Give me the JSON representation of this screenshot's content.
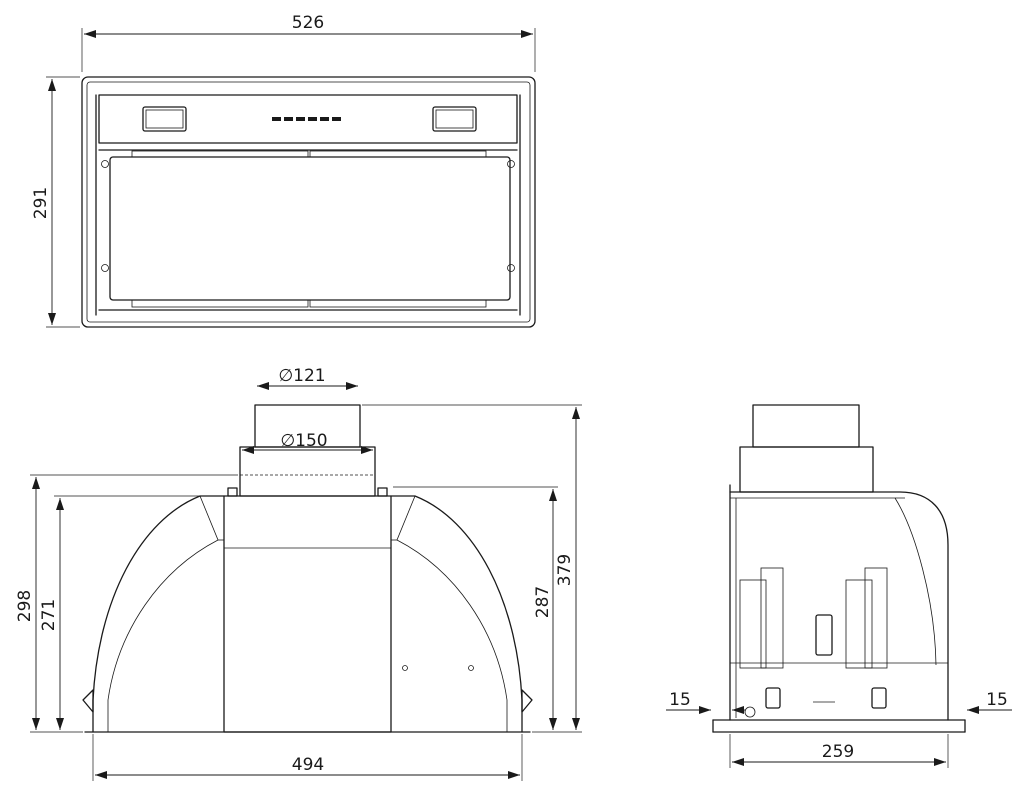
{
  "dimensions": {
    "front_width": "526",
    "front_height": "291",
    "spigot_inner": "∅121",
    "spigot_outer": "∅150",
    "total_height": "379",
    "body_height": "298",
    "side_height": "271",
    "inner_height": "287",
    "bottom_width": "494",
    "depth": "259",
    "left_offset": "15",
    "right_offset": "15"
  }
}
